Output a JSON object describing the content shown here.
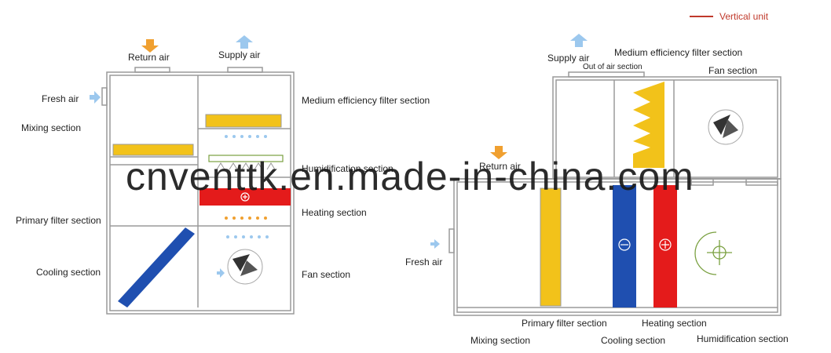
{
  "legend": {
    "label": "Vertical unit",
    "color": "#c0392b"
  },
  "left_unit": {
    "return_air": "Return air",
    "supply_air": "Supply air",
    "fresh_air": "Fresh air",
    "mixing_section": "Mixing section",
    "primary_filter_section": "Primary filter section",
    "cooling_section": "Cooling section",
    "medium_filter_section": "Medium efficiency filter section",
    "humidification_section": "Humidification section",
    "heating_section": "Heating section",
    "fan_section": "Fan section"
  },
  "right_unit": {
    "supply_air": "Supply air",
    "out_of_air_section": "Out of air section",
    "medium_filter_section": "Medium efficiency filter section",
    "fan_section": "Fan section",
    "return_air": "Return air",
    "fresh_air": "Fresh air",
    "primary_filter_section": "Primary filter section",
    "heating_section": "Heating section",
    "mixing_section": "Mixing section",
    "cooling_section": "Cooling section",
    "humidification_section": "Humidification section"
  },
  "watermark": "cnventtk.en.made-in-china.com",
  "colors": {
    "frame": "#9a9a9a",
    "filter": "#f2c21a",
    "heat": "#e41b1b",
    "cool": "#1f4fb0",
    "arrow_in": "#f0a030",
    "arrow_out": "#9cc8ee"
  }
}
